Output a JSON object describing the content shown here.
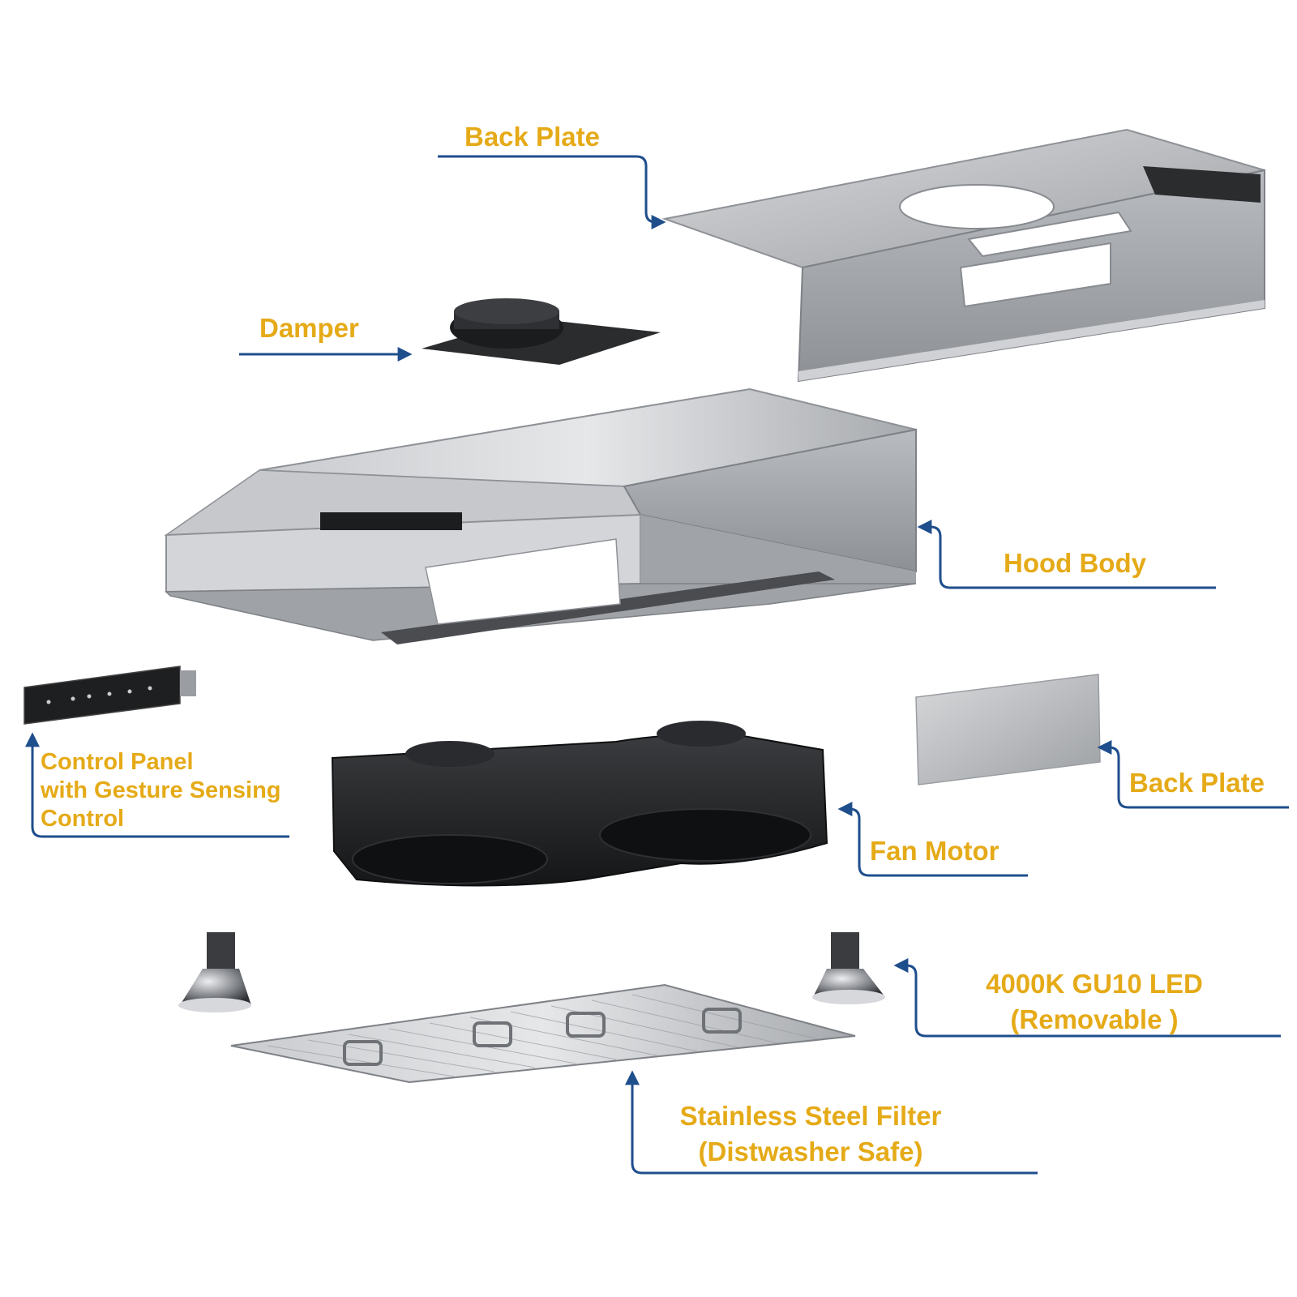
{
  "labels": {
    "back_plate_top": "Back Plate",
    "damper": "Damper",
    "hood_body": "Hood Body",
    "control_panel": [
      "Control Panel",
      "with Gesture Sensing",
      "Control"
    ],
    "back_plate_side": "Back Plate",
    "fan_motor": "Fan Motor",
    "led": [
      "4000K GU10 LED",
      "(Removable )"
    ],
    "filter": [
      "Stainless Steel Filter",
      "(Distwasher Safe)"
    ]
  },
  "colors": {
    "label_text": "#E5AA17",
    "leader_line": "#1F4E8C",
    "steel_light": "#DCDDDF",
    "steel_mid": "#A9ACB0",
    "steel_dark": "#6E7276",
    "black_part": "#1E1F21"
  }
}
